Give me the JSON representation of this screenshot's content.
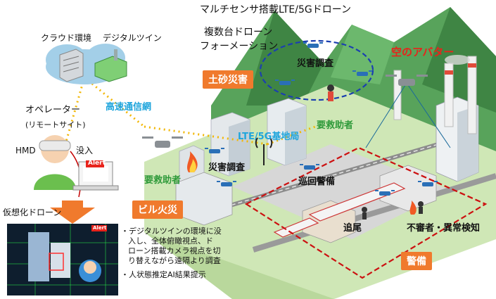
{
  "labels": {
    "drone_lte": "マルチセンサ搭載LTE/5Gドローン",
    "formation_line1": "複数台ドローン",
    "formation_line2": "フォーメーション",
    "disaster_survey_top": "災害調査",
    "landslide": "土砂災害",
    "avatar": "空のアバター",
    "cloud_env": "クラウド環境",
    "digital_twin": "デジタルツイン",
    "high_speed_net": "高速通信網",
    "operator": "オペレーター",
    "remote_site": "(リモートサイト)",
    "hmd": "HMD",
    "immersion": "没入",
    "alert": "Alert",
    "base_station": "LTE/5G基地局",
    "rescue_top": "要救助者",
    "disaster_survey_mid": "災害調査",
    "rescue_mid": "要救助者",
    "patrol": "巡回警備",
    "building_fire": "ビル火災",
    "chase": "追尾",
    "anomaly": "不審者・異常検知",
    "security": "警備",
    "virtual_drone": "仮想化ドローン",
    "alert_small": "Alert",
    "bullet1_l1": "・デジタルツインの環境に没",
    "bullet1_l2": "入し、全体俯瞰視点、ド",
    "bullet1_l3": "ローン搭載カメラ視点を切",
    "bullet1_l4": "り替えながら遠隔より調査",
    "bullet2": "・人状態推定AI結果提示"
  },
  "colors": {
    "accent_blue": "#1fa5dc",
    "accent_green": "#2f9a3a",
    "accent_red": "#e8231b",
    "badge_orange": "#f07a2d",
    "formation_ellipse": "#1b3fb0",
    "security_zone": "#cc1111",
    "link_dots": "#f2b705"
  },
  "icons": [
    "cloud-icon",
    "server-icon",
    "factory-icon",
    "drone-icon",
    "fire-icon",
    "antenna-icon",
    "operator-icon",
    "laptop-icon",
    "arrow-icon",
    "virtual-drone-view-icon",
    "mountain-icon",
    "building-icon",
    "factory-chimney-icon",
    "train-icon",
    "person-icon"
  ]
}
